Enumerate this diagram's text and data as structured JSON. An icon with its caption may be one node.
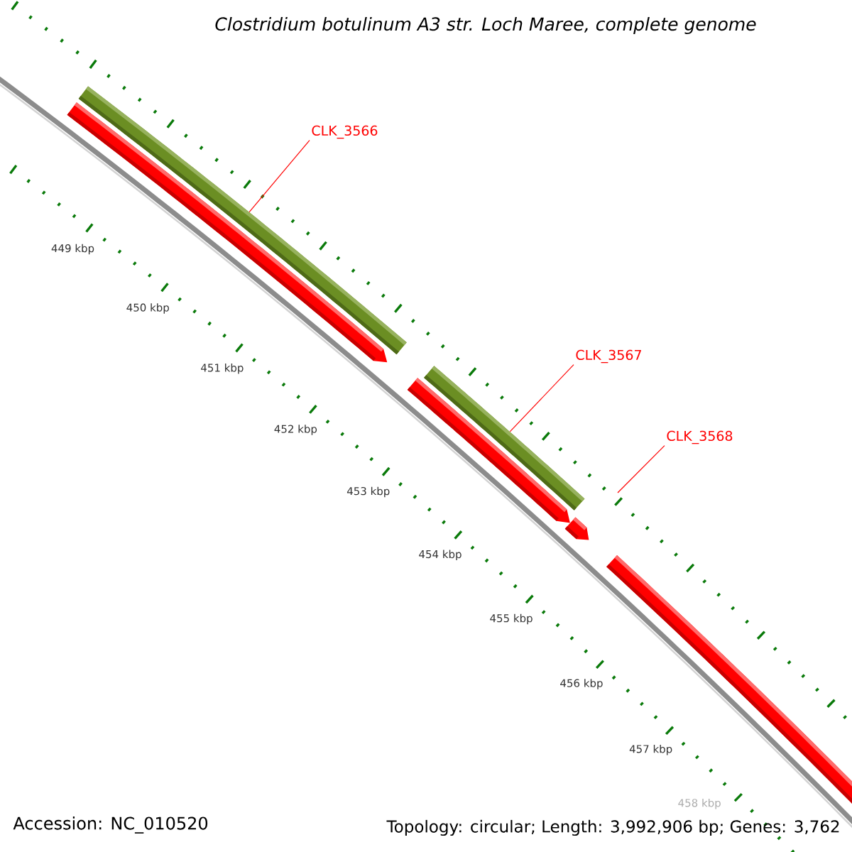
{
  "diagram": {
    "title": "Clostridium botulinum A3 str. Loch Maree, complete genome",
    "nodes": [
      {
        "text": [
          "CLK_3566"
        ]
      },
      {
        "text": [],
        "shape": "bar"
      },
      {
        "text": [
          "CLK_3567"
        ]
      },
      {
        "text": [],
        "shape": "bar"
      },
      {
        "text": [
          "CLK_3568"
        ]
      }
    ],
    "edges": [
      {
        "from": 0,
        "to": 1,
        "arrow": "none"
      },
      {
        "from": 2,
        "to": 3,
        "arrow": "none"
      },
      {
        "from": 4,
        "to": null,
        "arrow": "none"
      }
    ],
    "labels": [
      "449 kbp",
      "450 kbp",
      "451 kbp",
      "452 kbp",
      "453 kbp",
      "454 kbp",
      "455 kbp",
      "456 kbp",
      "457 kbp",
      "458 kbp",
      "Accession: NC_010520",
      "Topology: circular; Length: 3,992,906 bp; Genes: 3,762"
    ]
  }
}
